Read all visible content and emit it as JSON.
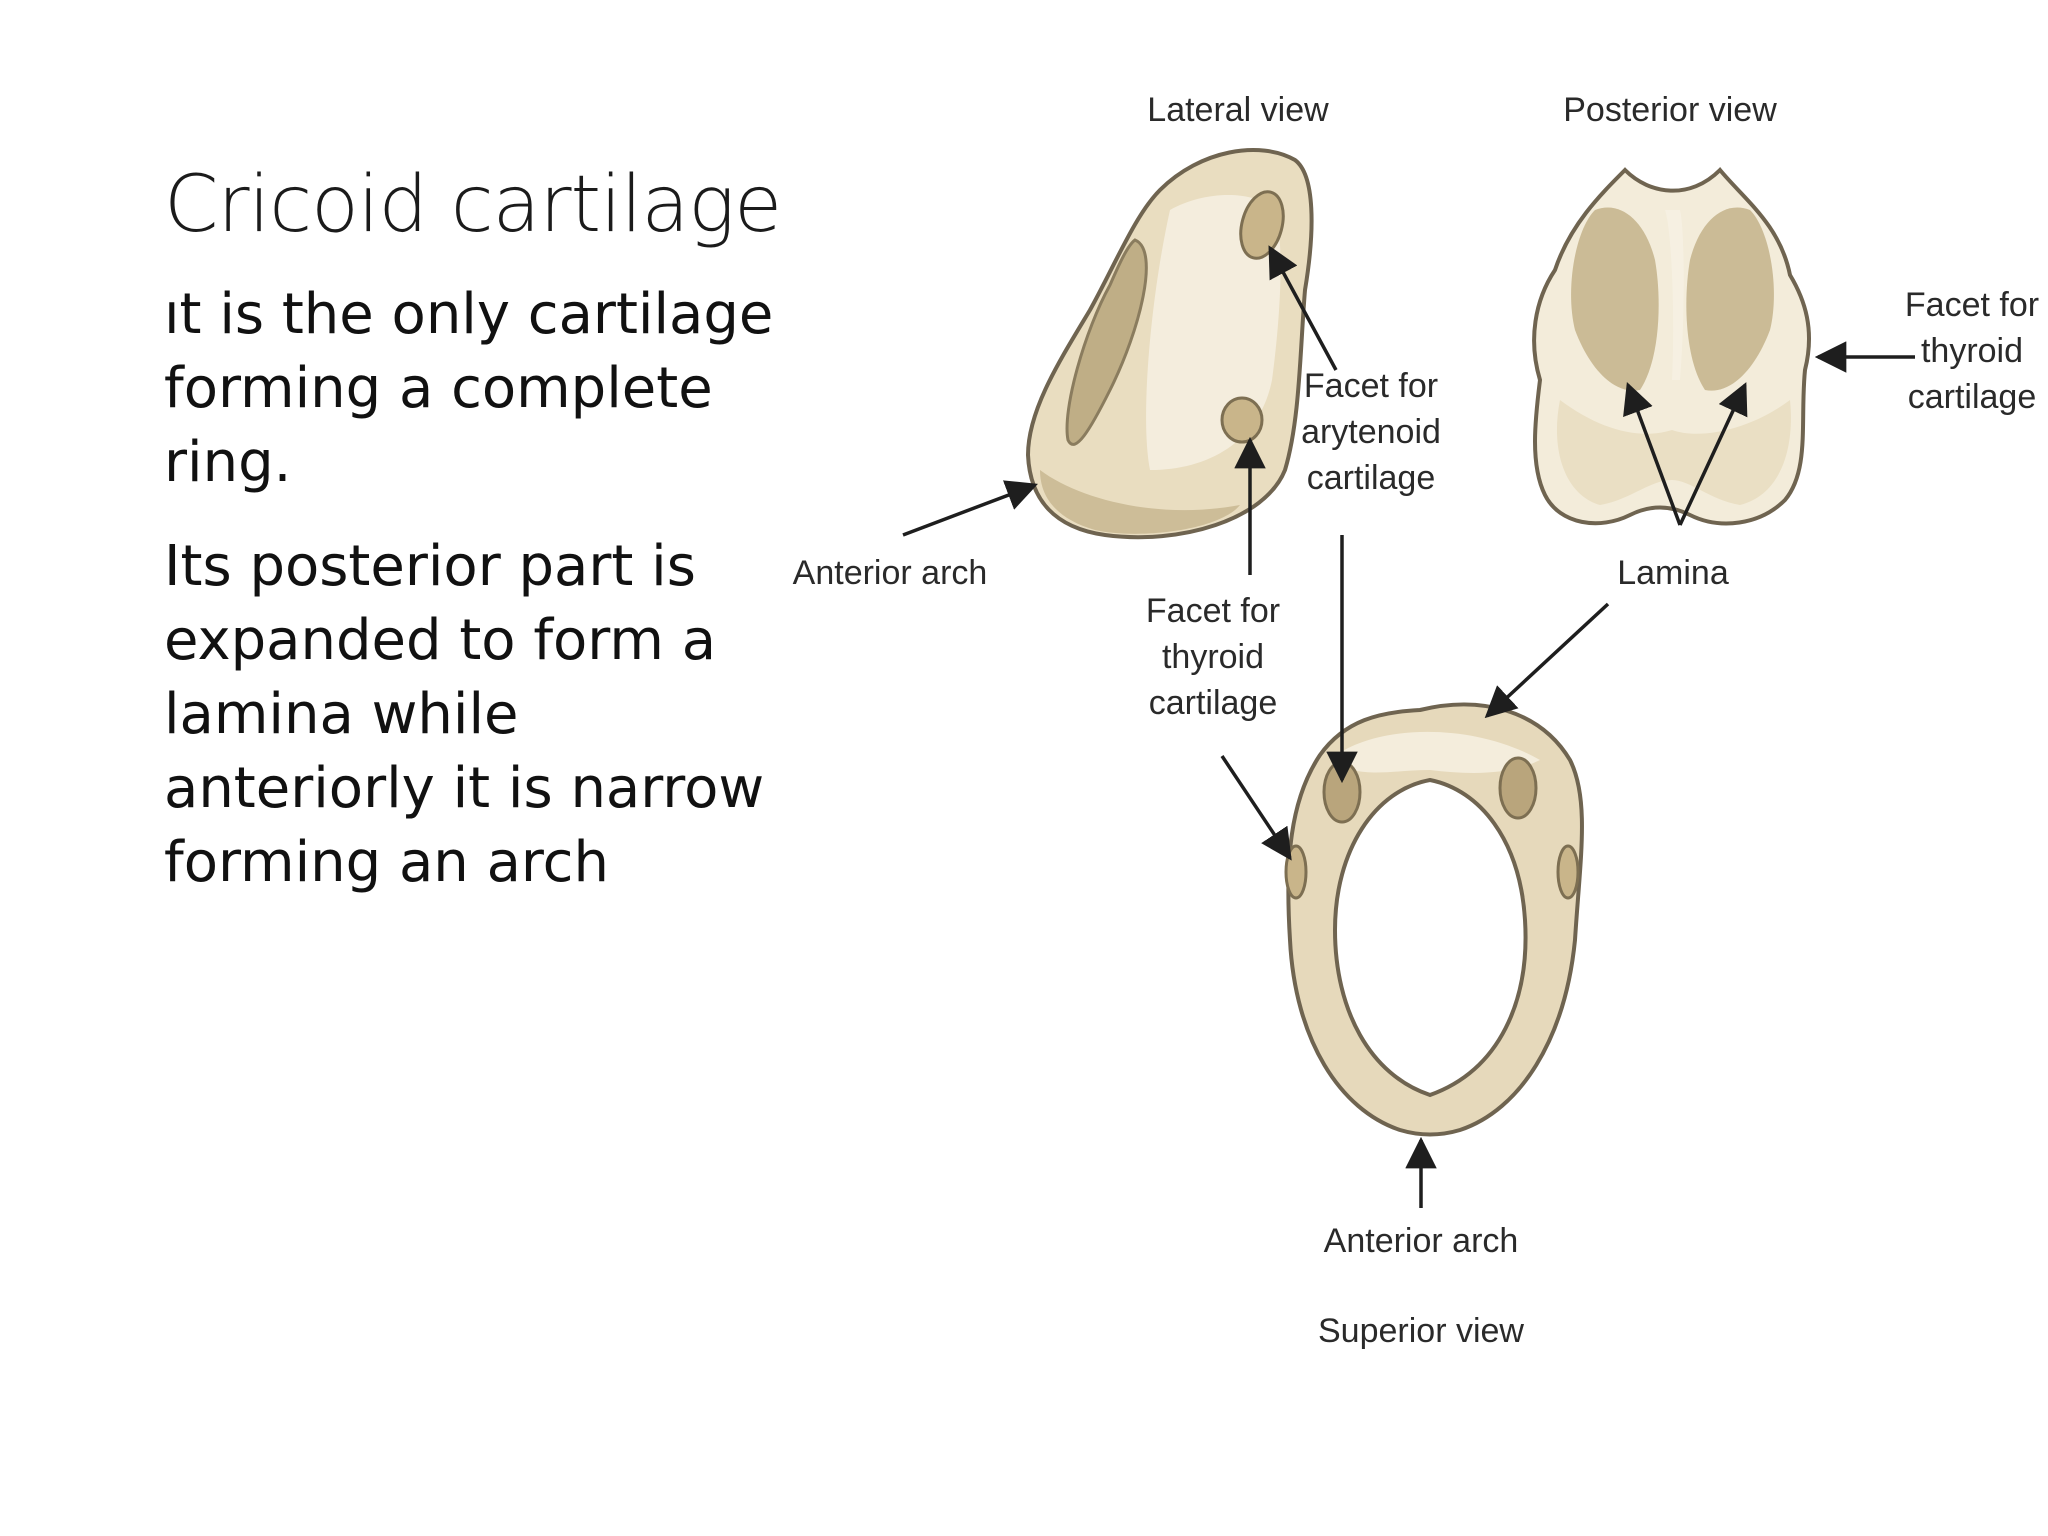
{
  "slide": {
    "title": "Cricoid cartilage",
    "paragraphs": [
      "ıt is the only cartilage forming a complete ring.",
      "Its posterior part is expanded to form a lamina while anteriorly it is narrow forming an arch"
    ]
  },
  "figure": {
    "labels": {
      "lateral_view": "Lateral view",
      "posterior_view": "Posterior view",
      "superior_view": "Superior view",
      "anterior_arch_lateral": "Anterior arch",
      "anterior_arch_superior": "Anterior arch",
      "lamina": "Lamina",
      "facet_arytenoid": [
        "Facet for",
        "arytenoid",
        "cartilage"
      ],
      "facet_thyroid_lateral": [
        "Facet for",
        "thyroid",
        "cartilage"
      ],
      "facet_thyroid_posterior": [
        "Facet for",
        "thyroid",
        "cartilage"
      ]
    },
    "colors": {
      "cartilage_light": "#f3ecda",
      "cartilage_mid": "#ddd0b0",
      "cartilage_dark": "#bfae86",
      "outline": "#6f6450",
      "arrow": "#1e1e1e"
    }
  }
}
